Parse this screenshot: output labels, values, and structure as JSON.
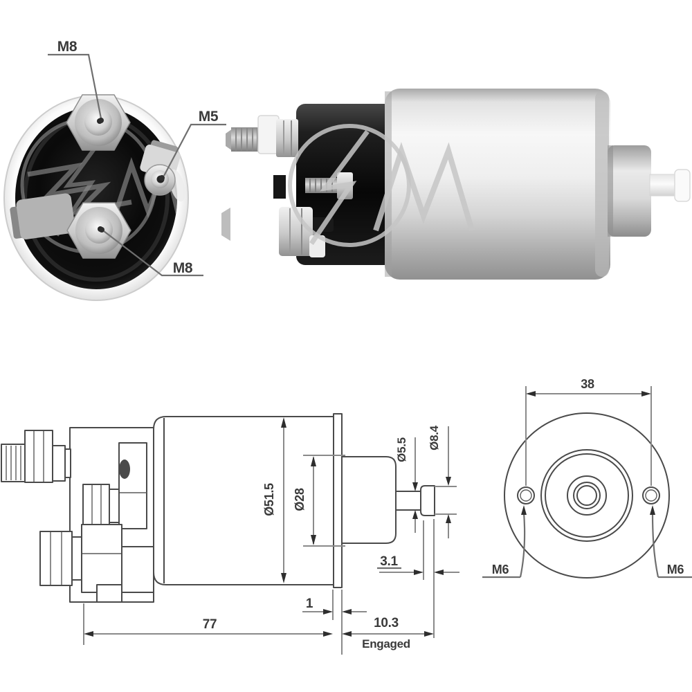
{
  "figure": {
    "description": "Starter solenoid switch datasheet figure with product photos and dimensioned drawings",
    "background": "#ffffff"
  },
  "colors": {
    "outline": "#4a4a4a",
    "dimension_line": "#8a8a8a",
    "label_text": "#3a3a3a",
    "watermark_on_black": "#8a8a8a",
    "watermark_on_light": "#c6c6c6",
    "photo_black": "#0d0d0d",
    "photo_silver": "#d6d6d6"
  },
  "watermark": {
    "icon": "zm-logo",
    "occurrences": 2
  },
  "terminal_view": {
    "top_terminal_label": "M8",
    "side_terminal_label": "M5",
    "bottom_terminal_label": "M8"
  },
  "side_view": {
    "body_diameter": "Ø51.5",
    "boss_diameter": "Ø28",
    "rod_diameter": "Ø5.5",
    "cap_diameter": "Ø8.4",
    "cap_offset": "3.1",
    "flange_thickness": "1",
    "body_length": "77",
    "plunger_travel": "10.3",
    "travel_state": "Engaged"
  },
  "front_view": {
    "hole_spacing": "38",
    "left_hole_thread": "M6",
    "right_hole_thread": "M6"
  }
}
